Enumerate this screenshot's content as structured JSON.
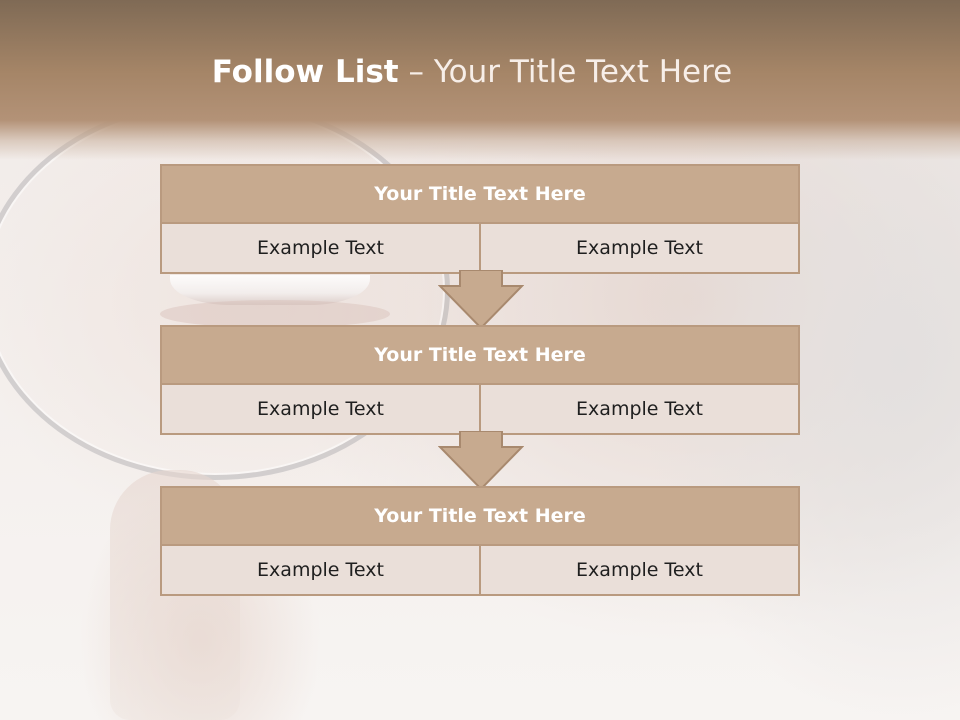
{
  "slide": {
    "title_bold": "Follow List",
    "title_rest": "– Your Title Text Here"
  },
  "flow": [
    {
      "title": "Your Title Text Here",
      "left": "Example Text",
      "right": "Example Text"
    },
    {
      "title": "Your Title Text Here",
      "left": "Example Text",
      "right": "Example Text"
    },
    {
      "title": "Your Title Text Here",
      "left": "Example Text",
      "right": "Example Text"
    }
  ],
  "colors": {
    "header": "#a58567",
    "box_head": "#c7aa8f",
    "box_body": "#eadfd9",
    "border": "#b99a7f",
    "arrow": "#c7aa8f"
  }
}
